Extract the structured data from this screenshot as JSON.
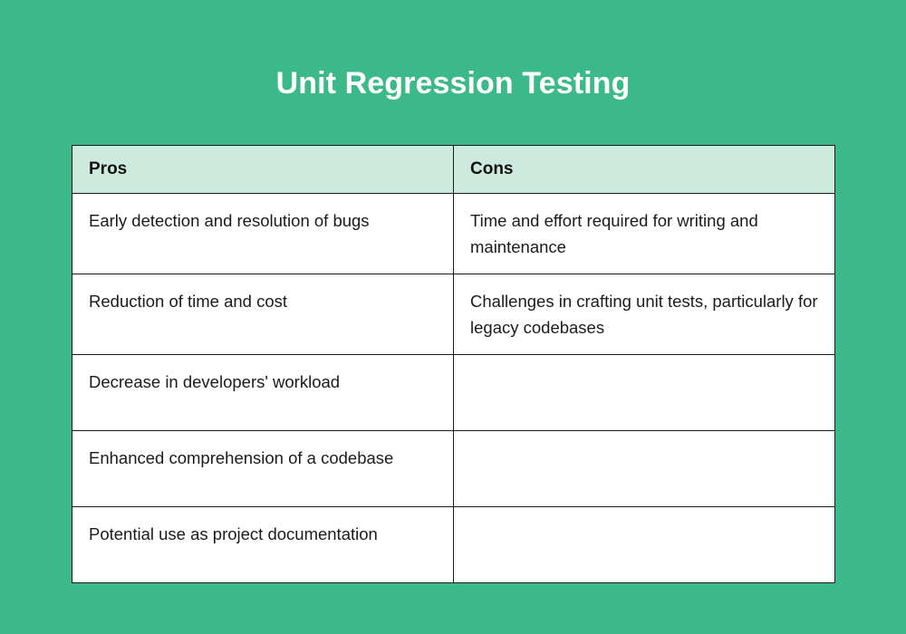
{
  "slide": {
    "title": "Unit Regression Testing",
    "background_color": "#3cb98a",
    "title_color": "#ffffff"
  },
  "table": {
    "header_background_color": "#cdeade",
    "border_color": "#1a1a1a",
    "cell_background_color": "#ffffff",
    "columns": [
      {
        "key": "pros",
        "label": "Pros"
      },
      {
        "key": "cons",
        "label": "Cons"
      }
    ],
    "rows": [
      {
        "pros": "Early detection and resolution of bugs",
        "cons": "Time and effort required for writing and maintenance"
      },
      {
        "pros": "Reduction of time and cost",
        "cons": "Challenges in crafting unit tests, particularly for legacy codebases"
      },
      {
        "pros": "Decrease in developers' workload",
        "cons": ""
      },
      {
        "pros": "Enhanced comprehension of a codebase",
        "cons": ""
      },
      {
        "pros": "Potential use as project documentation",
        "cons": ""
      }
    ]
  }
}
